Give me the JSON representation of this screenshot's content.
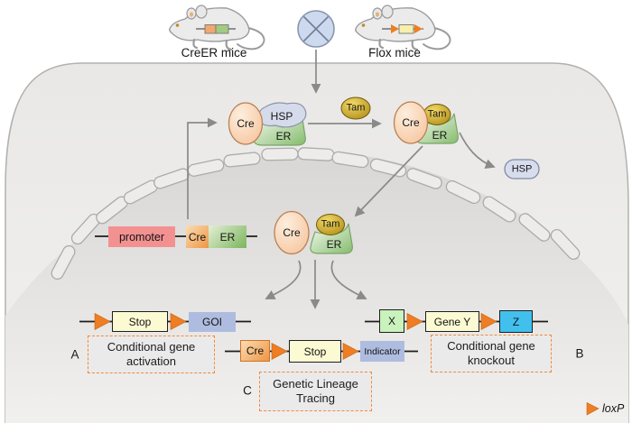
{
  "figure": {
    "mice": {
      "creer_label": "CreER mice",
      "flox_label": "Flox mice"
    },
    "molecules": {
      "cre": "Cre",
      "hsp": "HSP",
      "er": "ER",
      "tam": "Tam"
    },
    "gene_construct": {
      "promoter": "promoter",
      "cre": "Cre",
      "er": "ER"
    },
    "panel_a": {
      "letter": "A",
      "caption": "Conditional gene activation",
      "boxes": {
        "stop": "Stop",
        "goi": "GOI"
      }
    },
    "panel_b": {
      "letter": "B",
      "caption": "Conditional gene knockout",
      "boxes": {
        "x": "X",
        "gene_y": "Gene Y",
        "z": "Z"
      }
    },
    "panel_c": {
      "letter": "C",
      "caption": "Genetic Lineage Tracing",
      "boxes": {
        "cre": "Cre",
        "stop": "Stop",
        "indicator": "Indicator"
      }
    },
    "legend": {
      "loxp_label": "loxP"
    },
    "colors": {
      "loxp_orange": "#ee7d23",
      "stop_yellow": "#fcfad3",
      "reporter_lavender": "#aebcdf",
      "x_green": "#c9f2bd",
      "z_blue": "#41c0ee",
      "promoter_pink": "#f39191",
      "cre_peach": "#f6c79c",
      "er_green": "#88bd70",
      "tam_gold": "#c9a22a",
      "hsp_lavender": "#d7dded",
      "arrow_gray": "#8a8a8a"
    }
  }
}
